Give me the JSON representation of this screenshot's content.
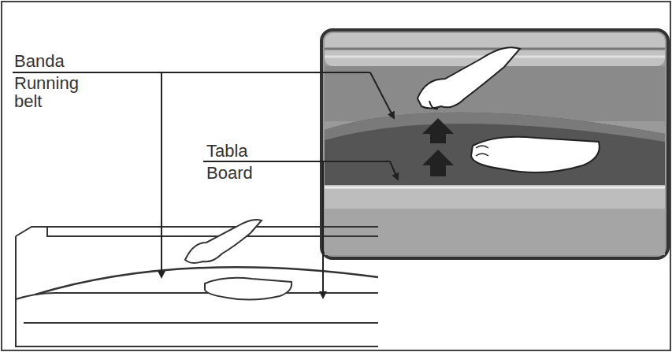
{
  "diagram": {
    "labels": [
      "Banda",
      "Running belt",
      "Tabla",
      "Board"
    ]
  }
}
